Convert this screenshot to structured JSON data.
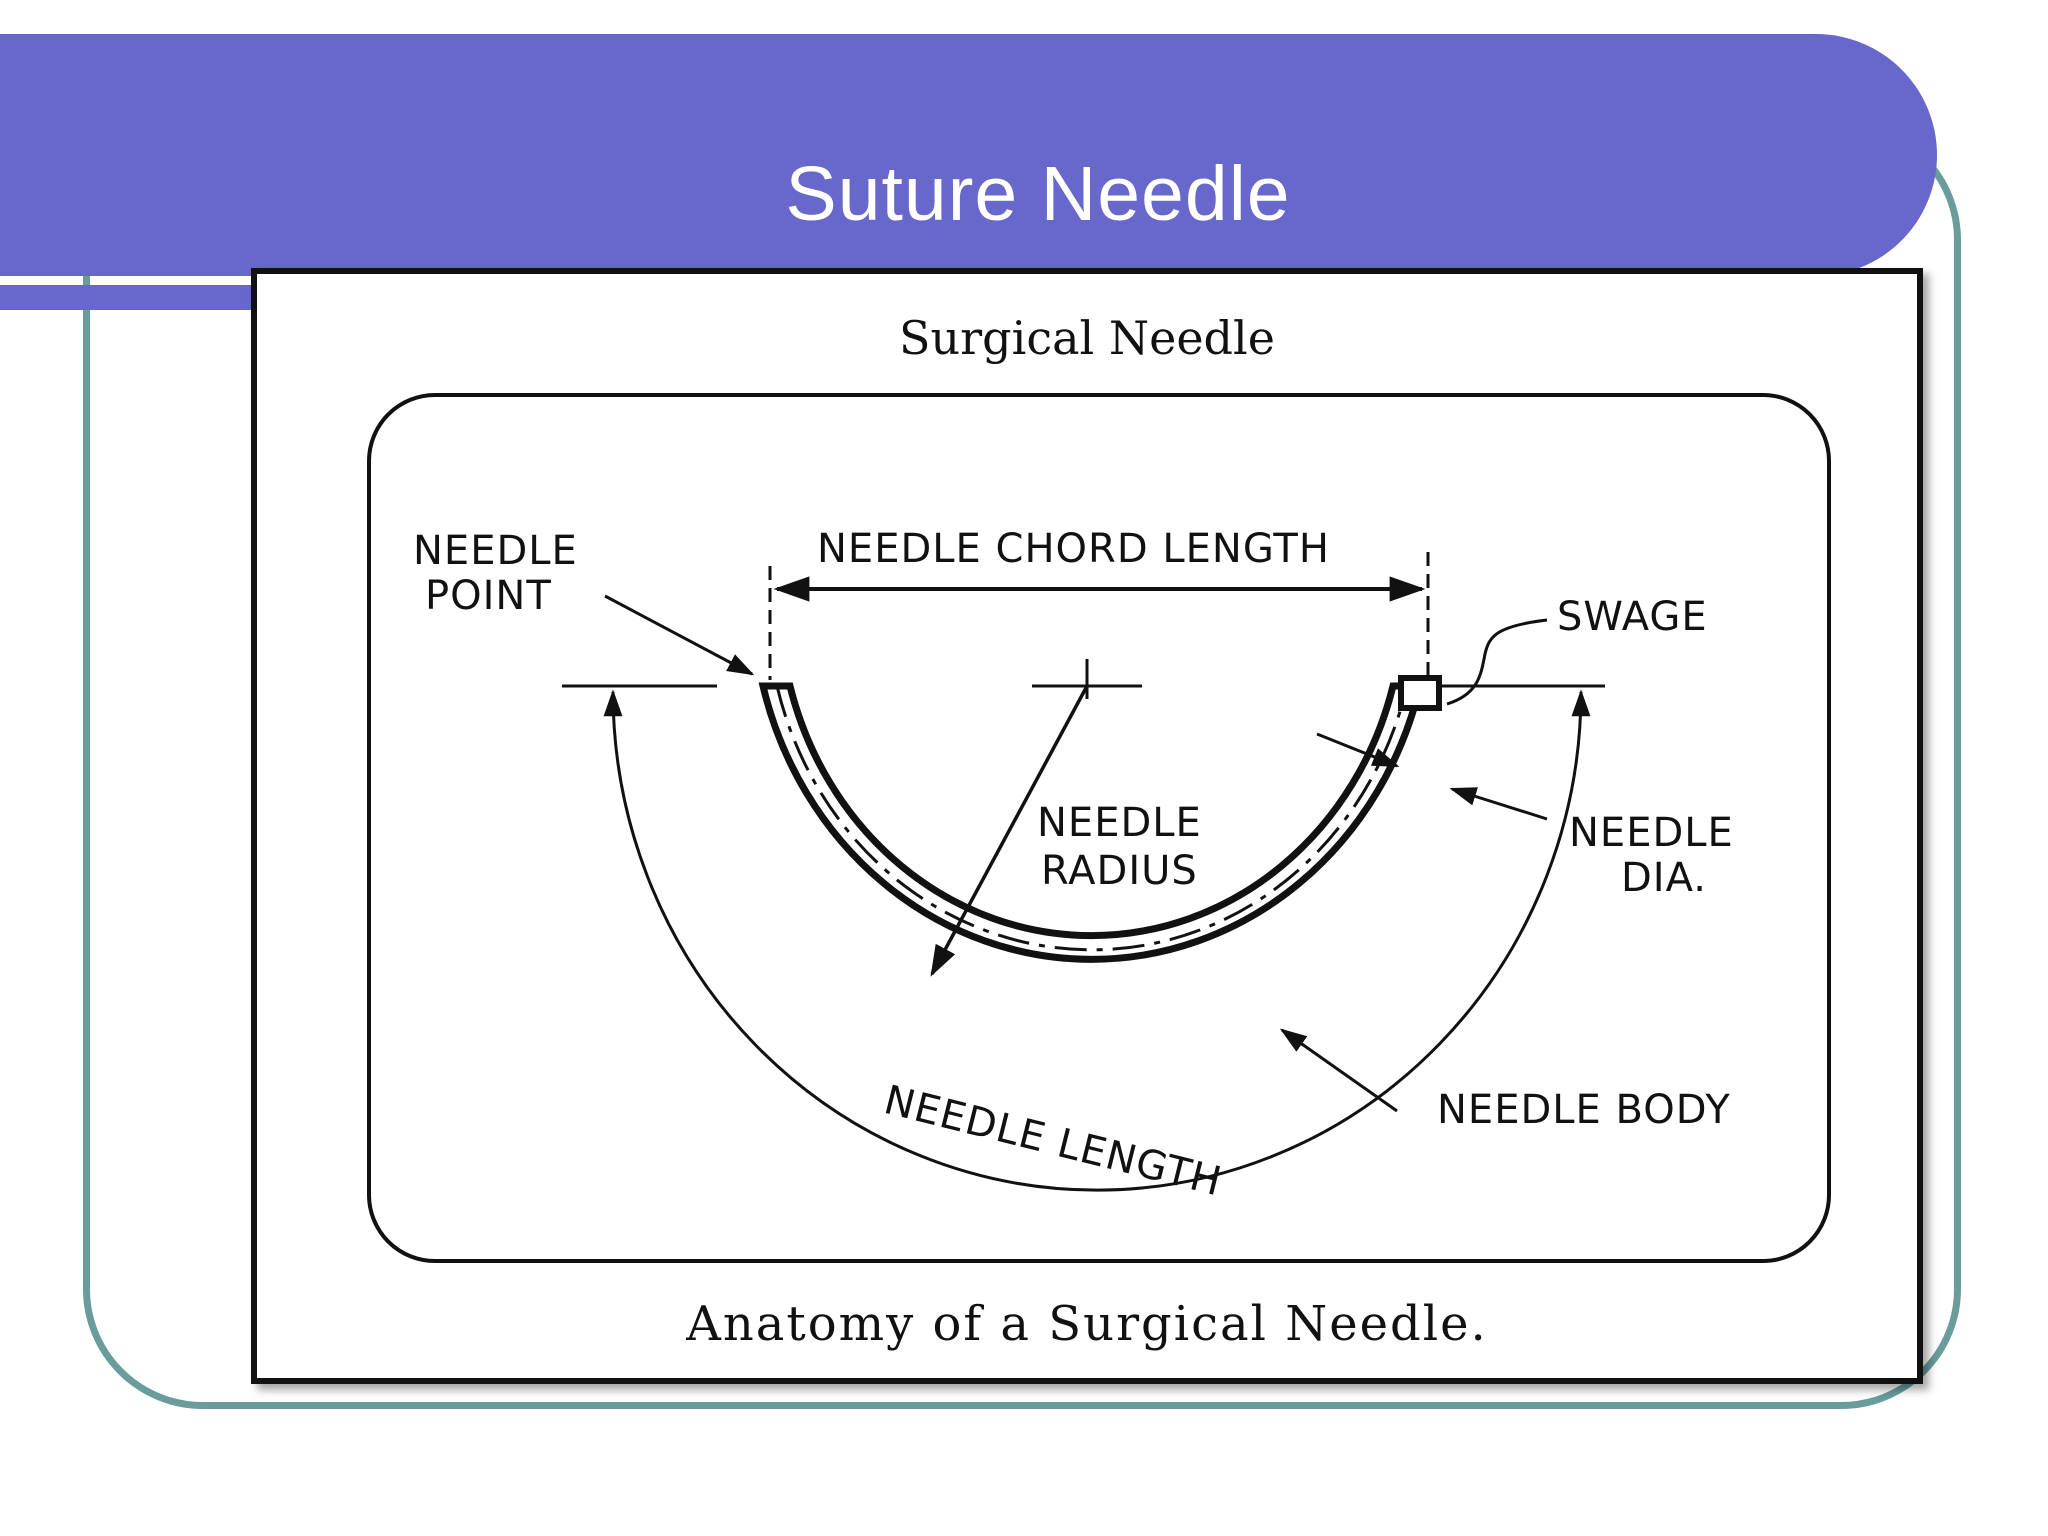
{
  "slide": {
    "title": "Suture Needle"
  },
  "figure": {
    "heading": "Surgical Needle",
    "caption": "Anatomy of a Surgical Needle.",
    "labels": {
      "needle_point_line1": "NEEDLE",
      "needle_point_line2": "POINT",
      "chord_length": "NEEDLE CHORD LENGTH",
      "swage": "SWAGE",
      "radius_line1": "NEEDLE",
      "radius_line2": "RADIUS",
      "dia_line1": "NEEDLE",
      "dia_line2": "DIA.",
      "needle_length": "NEEDLE LENGTH",
      "needle_body": "NEEDLE BODY"
    }
  },
  "colors": {
    "title_band": "#6767cc",
    "frame_outline": "#6a9c9c",
    "ink": "#111111"
  }
}
